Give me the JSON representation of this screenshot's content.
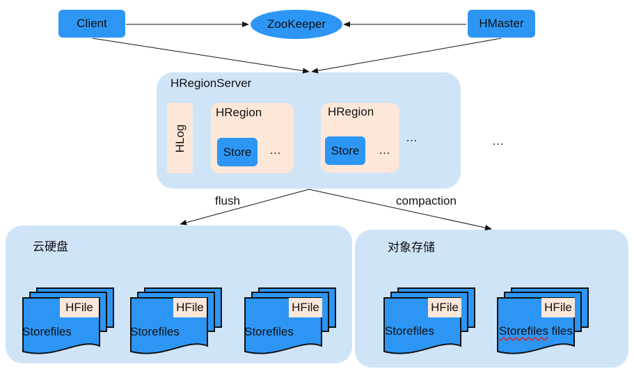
{
  "nodes": {
    "client": "Client",
    "zookeeper": "ZooKeeper",
    "hmaster": "HMaster"
  },
  "region_server": {
    "title": "HRegionServer",
    "hlog": "HLog",
    "regions": [
      {
        "label": "HRegion",
        "store": "Store",
        "more": "…"
      },
      {
        "label": "HRegion",
        "store": "Store",
        "more": "…"
      }
    ],
    "more_regions": "…",
    "more_servers": "…"
  },
  "edges": {
    "flush": "flush",
    "compaction": "compaction"
  },
  "cloud_disk": {
    "title": "云硬盘",
    "stacks": [
      {
        "hfile": "HFile",
        "storefiles": "Storefiles"
      },
      {
        "hfile": "HFile",
        "storefiles": "Storefiles"
      },
      {
        "hfile": "HFile",
        "storefiles": "Storefiles"
      }
    ]
  },
  "object_storage": {
    "title": "对象存储",
    "stacks": [
      {
        "hfile": "HFile",
        "storefiles": "Storefiles"
      },
      {
        "hfile": "HFile",
        "storefiles": "Storefiles",
        "suffix": "files"
      }
    ]
  },
  "colors": {
    "node_blue": "#2d96f5",
    "panel_blue": "#cfe4f7",
    "region_peach": "#fde7d8"
  }
}
